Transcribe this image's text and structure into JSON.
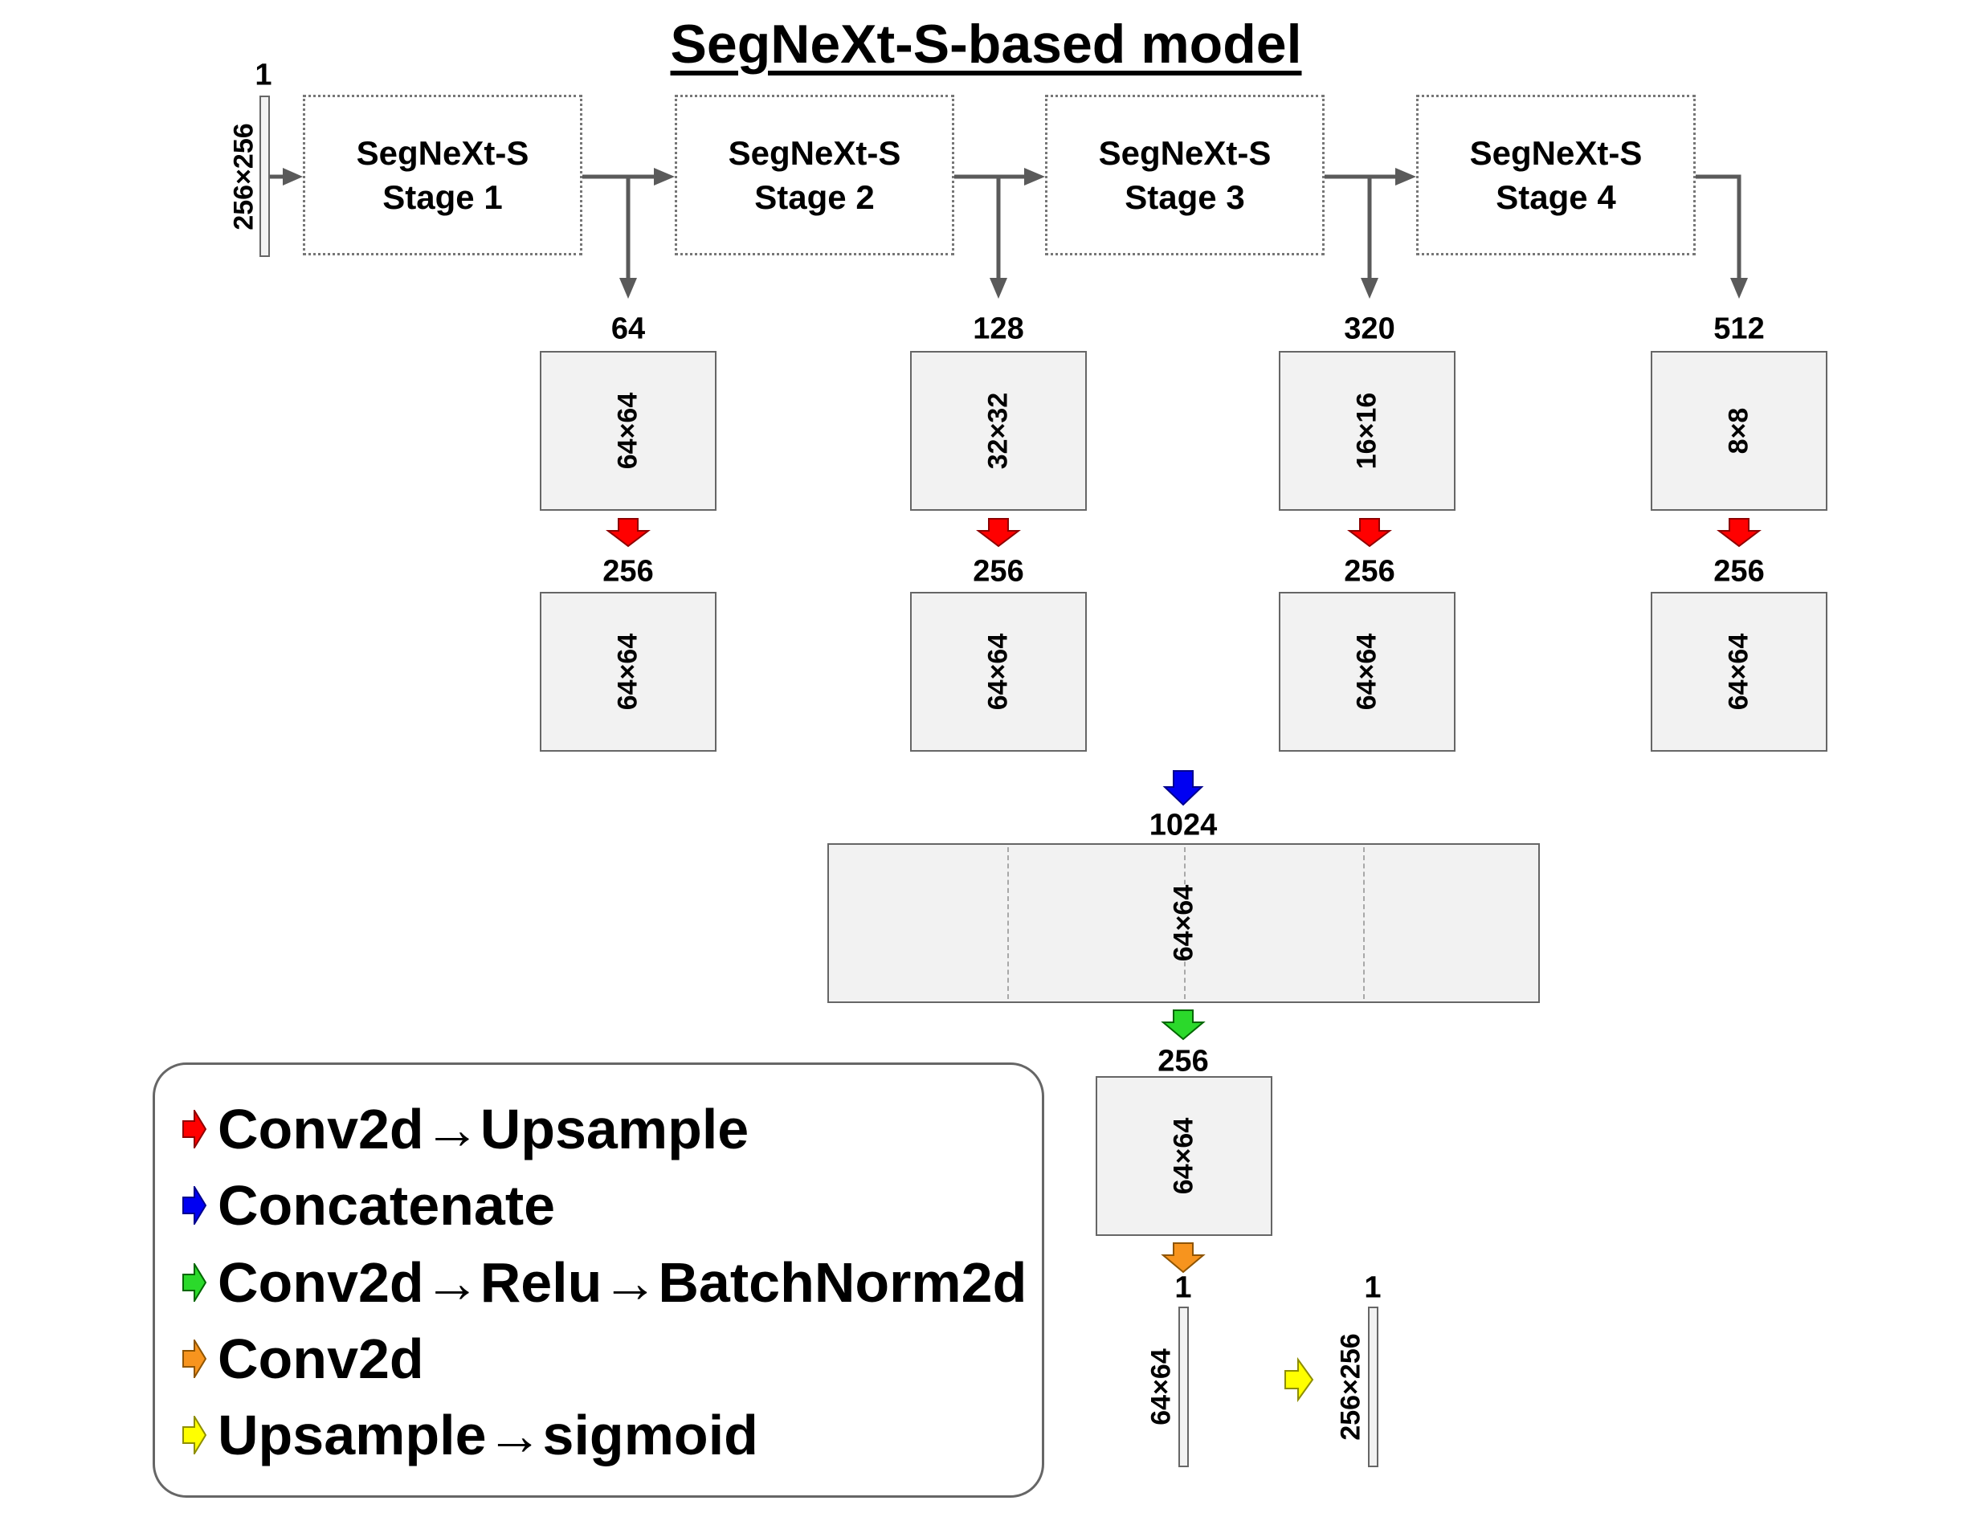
{
  "title": "SegNeXt-S-based model",
  "colors": {
    "red": "#ff0000",
    "blue": "#0000f2",
    "green": "#2bd92b",
    "orange": "#f7941e",
    "yellow": "#ffff00",
    "gray_line": "#5a5a5a"
  },
  "input": {
    "channels": "1",
    "size": "256×256"
  },
  "stages": [
    {
      "line1": "SegNeXt-S",
      "line2": "Stage 1"
    },
    {
      "line1": "SegNeXt-S",
      "line2": "Stage 2"
    },
    {
      "line1": "SegNeXt-S",
      "line2": "Stage 3"
    },
    {
      "line1": "SegNeXt-S",
      "line2": "Stage 4"
    }
  ],
  "columns": [
    {
      "channels": "64",
      "size": "64×64",
      "fused_channels": "256",
      "fused_size": "64×64"
    },
    {
      "channels": "128",
      "size": "32×32",
      "fused_channels": "256",
      "fused_size": "64×64"
    },
    {
      "channels": "320",
      "size": "16×16",
      "fused_channels": "256",
      "fused_size": "64×64"
    },
    {
      "channels": "512",
      "size": "8×8",
      "fused_channels": "256",
      "fused_size": "64×64"
    }
  ],
  "concat": {
    "channels": "1024",
    "size": "64×64"
  },
  "fuse": {
    "channels": "256",
    "size": "64×64"
  },
  "logits": {
    "channels": "1",
    "size": "64×64"
  },
  "output": {
    "channels": "1",
    "size": "256×256"
  },
  "legend": [
    {
      "icon": "red-arrow-icon",
      "color": "#ff0000",
      "label": "Conv2d→Upsample"
    },
    {
      "icon": "blue-arrow-icon",
      "color": "#0000f2",
      "label": "Concatenate"
    },
    {
      "icon": "green-arrow-icon",
      "color": "#2bd92b",
      "label": "Conv2d→Relu→BatchNorm2d"
    },
    {
      "icon": "orange-arrow-icon",
      "color": "#f7941e",
      "label": "Conv2d"
    },
    {
      "icon": "yellow-arrow-icon",
      "color": "#ffff00",
      "label": "Upsample→sigmoid"
    }
  ]
}
